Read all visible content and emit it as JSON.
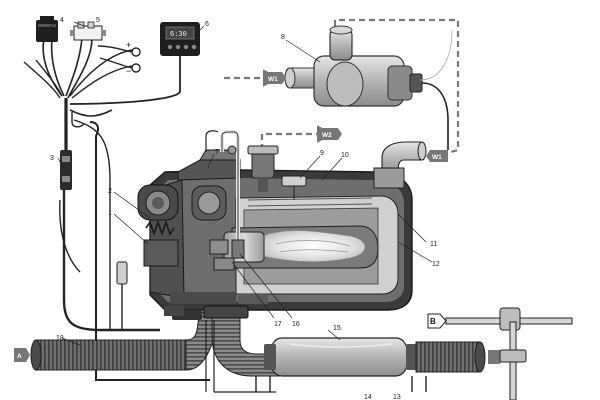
{
  "diagram": {
    "display_text": "6:30",
    "polarity": {
      "plus": "+",
      "minus": "−"
    },
    "flow_tags": {
      "water_in": "W1",
      "water_out": "W2",
      "air_in": "A",
      "exhaust": "B"
    },
    "callouts": [
      "1",
      "2",
      "3",
      "4",
      "5",
      "6",
      "7",
      "8",
      "9",
      "10",
      "11",
      "12",
      "13",
      "14",
      "15",
      "16",
      "17",
      "18"
    ]
  }
}
